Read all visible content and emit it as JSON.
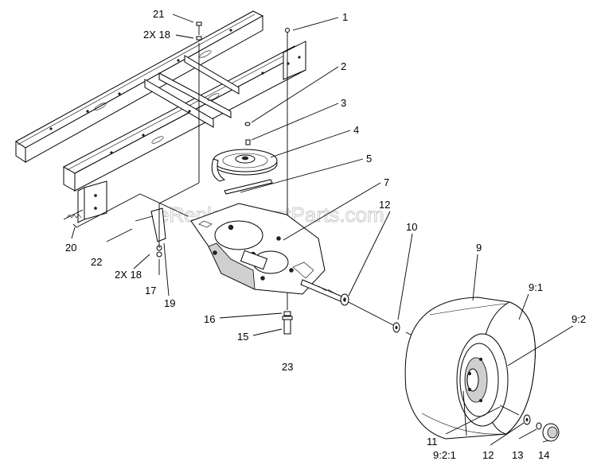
{
  "watermark": "eReplacementParts.com",
  "callouts": {
    "c21": "21",
    "c2x18_top": "2X 18",
    "c1": "1",
    "c2": "2",
    "c3": "3",
    "c4": "4",
    "c5": "5",
    "c7": "7",
    "c12_top": "12",
    "c10": "10",
    "c9": "9",
    "c9_1": "9:1",
    "c9_2": "9:2",
    "c20": "20",
    "c22": "22",
    "c2x18_bot": "2X 18",
    "c17": "17",
    "c19": "19",
    "c16": "16",
    "c15": "15",
    "c23": "23",
    "c9_2_1": "9:2:1",
    "c11": "11",
    "c12_bot": "12",
    "c13": "13",
    "c14": "14"
  }
}
